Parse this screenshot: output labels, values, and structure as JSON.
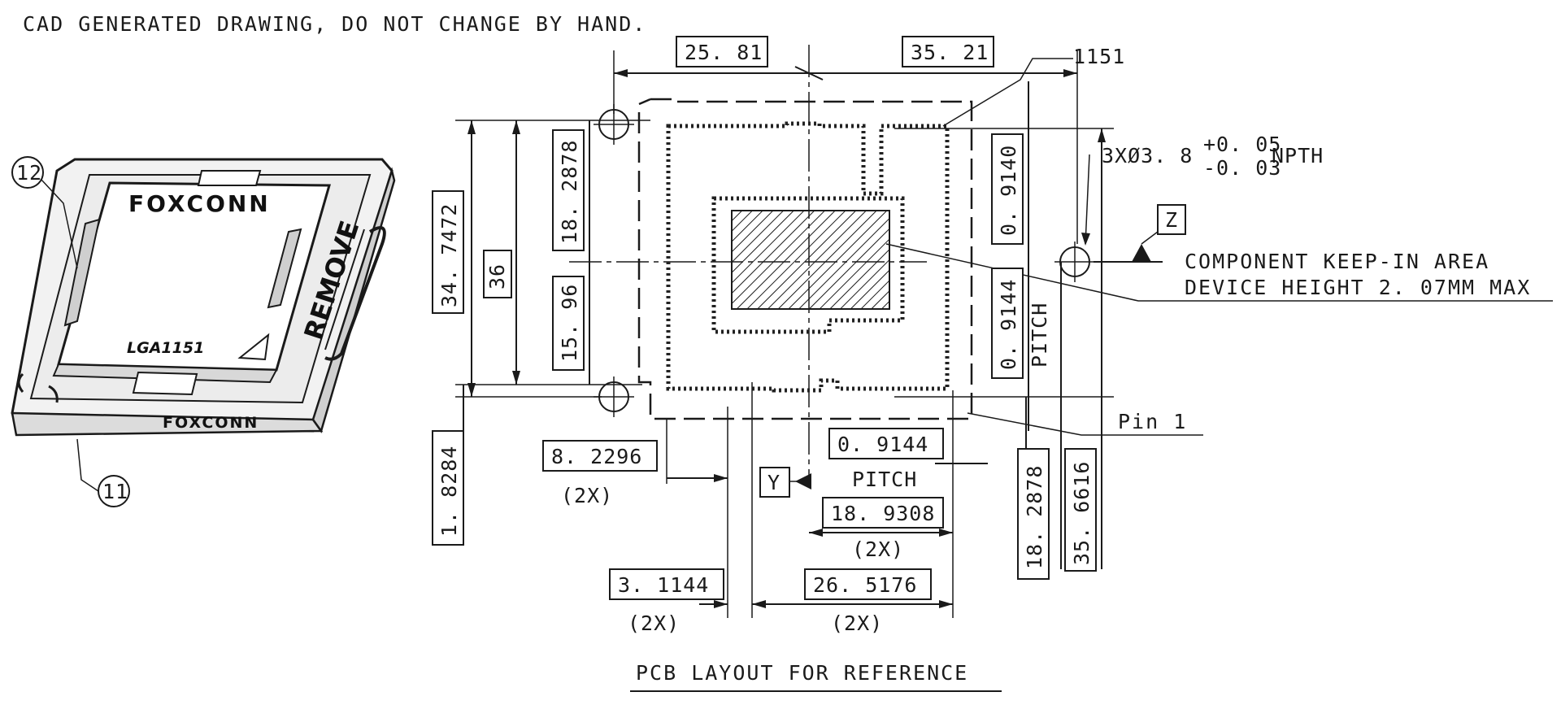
{
  "header_note": "CAD GENERATED DRAWING, DO NOT CHANGE BY HAND.",
  "socket_image": {
    "brand_top": "FOXCONN",
    "brand_bottom": "FOXCONN",
    "model": "LGA1151",
    "remove_label": "REMOVE",
    "callout_12": "12",
    "callout_11": "11"
  },
  "layout": {
    "title": "PCB LAYOUT FOR REFERENCE",
    "socket_id": "1151",
    "datum_y": "Y",
    "datum_z": "Z",
    "pin1_label": "Pin 1",
    "hole_note_prefix": "3XØ3. 8",
    "hole_tol_plus": "+0. 05",
    "hole_tol_minus": "-0. 03",
    "hole_note_suffix": "NPTH",
    "keepin_line1": "COMPONENT KEEP-IN AREA",
    "keepin_line2": "DEVICE HEIGHT 2. 07MM MAX",
    "pitch_label": "PITCH",
    "pitch_label_vertical": "PITCH",
    "two_x": "(2X)",
    "dimensions": {
      "top_left": "25. 81",
      "top_right": "35. 21",
      "left_overall": "34. 7472",
      "left_36": "36",
      "left_upper": "18. 2878",
      "left_lower": "15. 96",
      "left_bottom": "1. 8284",
      "right_upper": "0. 9140",
      "right_lower": "0. 9144",
      "pitch_h": "0. 9144",
      "w_82296": "8. 2296",
      "w_31144": "3. 1144",
      "w_189308": "18. 9308",
      "w_265176": "26. 5176",
      "r_182878": "18. 2878",
      "r_356616": "35. 6616"
    }
  }
}
